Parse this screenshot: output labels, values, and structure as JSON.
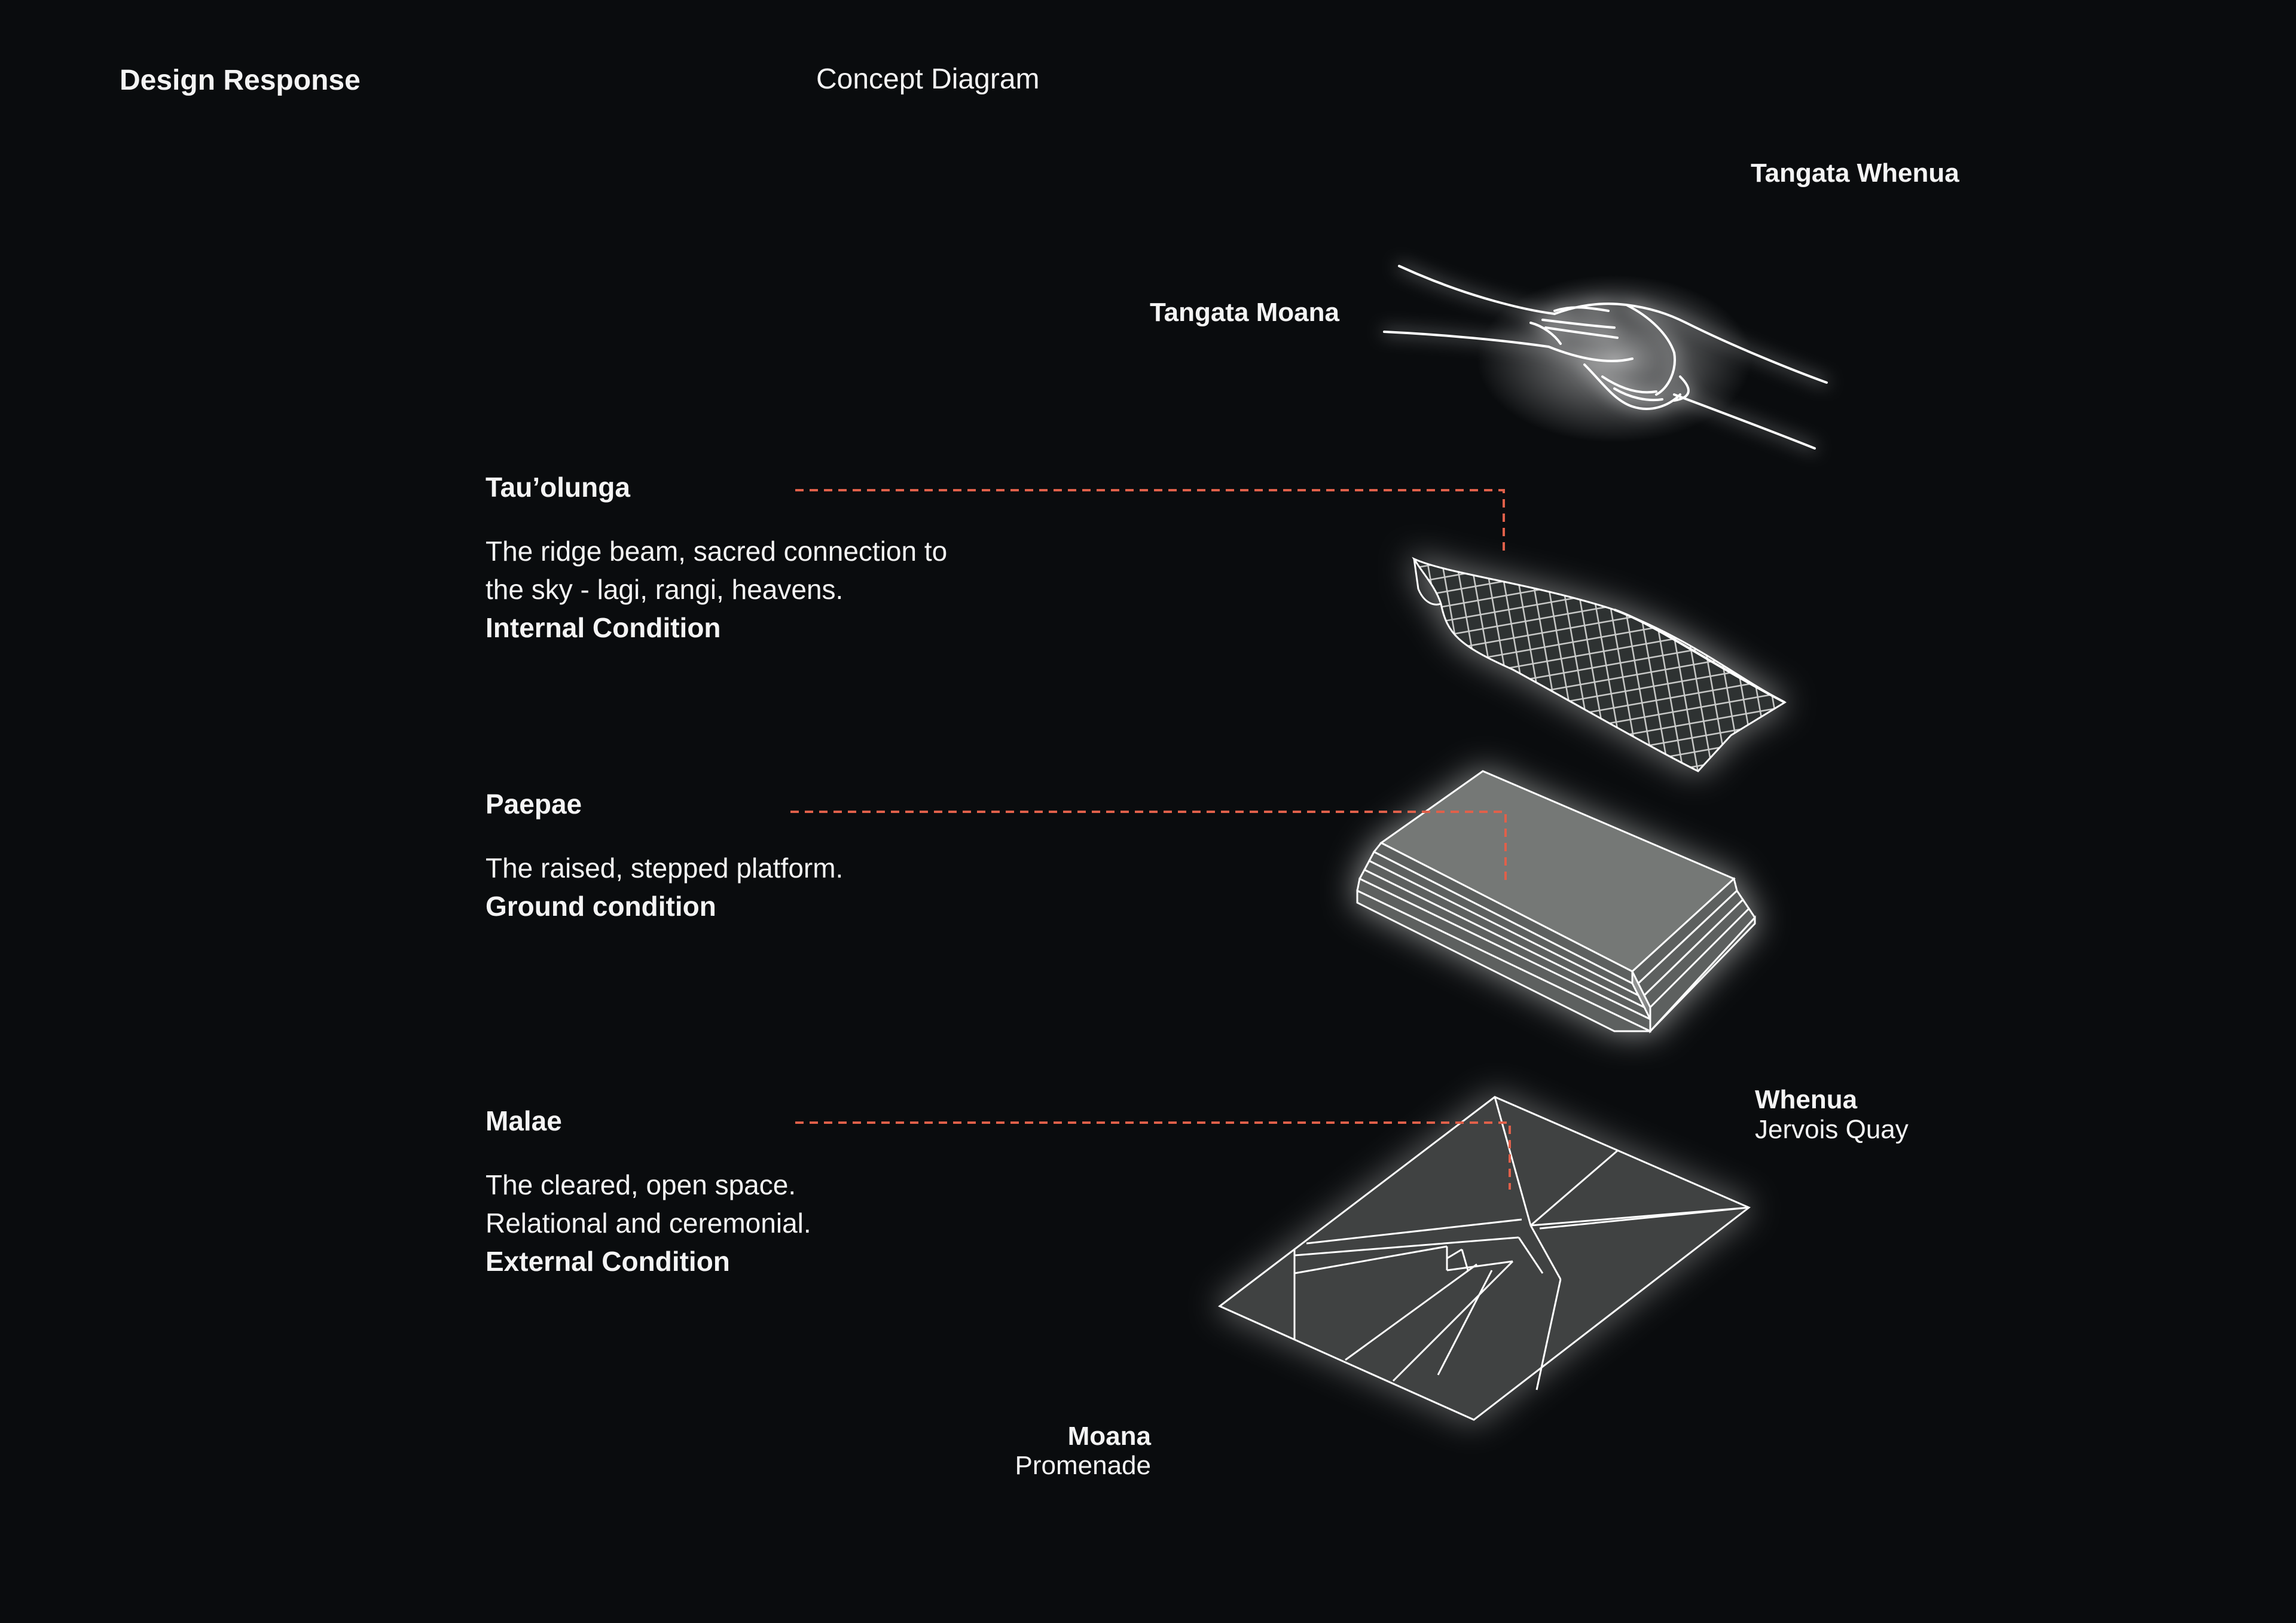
{
  "header": {
    "section": "Design Response",
    "title": "Concept Diagram"
  },
  "hands": {
    "right_label": "Tangata Whenua",
    "left_label": "Tangata Moana"
  },
  "layers": [
    {
      "name": "Tau’olunga",
      "lines": [
        "The ridge beam, sacred connection to",
        "the sky - lagi, rangi, heavens."
      ],
      "condition": "Internal Condition"
    },
    {
      "name": "Paepae",
      "lines": [
        "The raised, stepped platform."
      ],
      "condition": "Ground condition"
    },
    {
      "name": "Malae",
      "lines": [
        "The cleared, open space.",
        "Relational and ceremonial."
      ],
      "condition": "External Condition"
    }
  ],
  "site": {
    "whenua_title": "Whenua",
    "whenua_sub": "Jervois Quay",
    "moana_title": "Moana",
    "moana_sub": "Promenade"
  },
  "colors": {
    "background": "#0a0c0e",
    "text": "#f4f4f4",
    "leader_line": "#e0604a",
    "linework": "#ffffff",
    "fill": "#6e7270"
  }
}
